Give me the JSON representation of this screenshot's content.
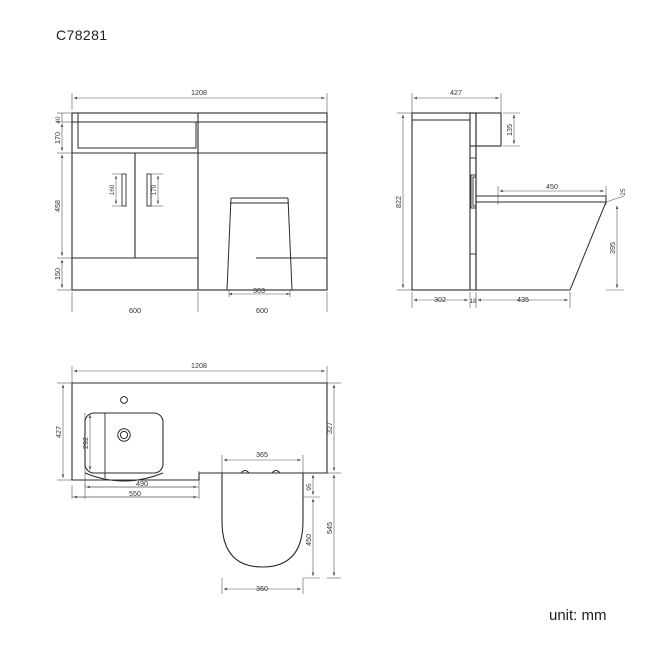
{
  "document": {
    "title": "C78281",
    "unit_label": "unit: mm",
    "drawing_type": "technical-dimension-drawing",
    "product": "bathroom-vanity-unit-with-basin-and-toilet"
  },
  "views": {
    "front": {
      "name": "front-elevation",
      "dims": {
        "overall_width": "1208",
        "top_thickness": "40",
        "basin_depth": "170",
        "door_height": "458",
        "plinth_height": "150",
        "handle_left": "160",
        "handle_right": "170",
        "toilet_base_width": "303",
        "unit_left_width": "600",
        "unit_right_width": "600"
      }
    },
    "side": {
      "name": "side-elevation",
      "dims": {
        "cabinet_depth": "427",
        "basin_overhang": "135",
        "overall_height": "822",
        "toilet_seat_length": "450",
        "seat_thickness": "25",
        "toilet_height": "395",
        "base_depth": "302",
        "gap": "18",
        "toilet_depth": "435"
      }
    },
    "plan": {
      "name": "top-plan-view",
      "dims": {
        "overall_width": "1208",
        "counter_depth": "427",
        "basin_inner_depth": "292",
        "basin_inner_width": "490",
        "basin_outer_width": "550",
        "cistern_width": "365",
        "cistern_depth": "95",
        "toilet_total_depth": "545",
        "toilet_bowl_depth": "450",
        "right_counter_depth": "327",
        "toilet_width": "360"
      }
    }
  },
  "style": {
    "line_color": "#2b2b2b",
    "dim_color": "#555555",
    "background": "#ffffff"
  }
}
